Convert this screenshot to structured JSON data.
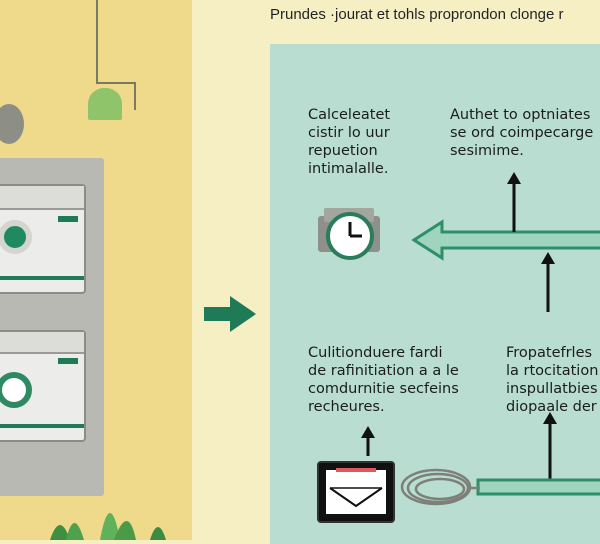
{
  "header": {
    "title": "Prundes ·jourat et tohls proprondon clonge r"
  },
  "notes": {
    "top_left": "Calceleatet\ncistir lo uur\nrepuetion\nintimalalle.",
    "top_right": "Authet to optniates\nse ord coimpecarge\nsesimime.",
    "bottom_left": "Culitionduere fardi\nde rafinitiation a a le\ncomdurnitie secfeins\nrecheures.",
    "bottom_right": "Fropatefrles\nla rtocitation\ninspullatbies\ndiopaale der"
  },
  "colors": {
    "accent": "#1f7a57",
    "connector": "#2e8f6a",
    "connector_fill": "#9fd4bf",
    "panel": "#b9ddd0",
    "left_panel": "#efd98a",
    "background": "#f6efc4"
  },
  "icons": [
    "clock-icon",
    "envelope-icon",
    "cable-coil-icon",
    "right-arrow-icon",
    "washing-machine-icon",
    "plant-icon"
  ]
}
